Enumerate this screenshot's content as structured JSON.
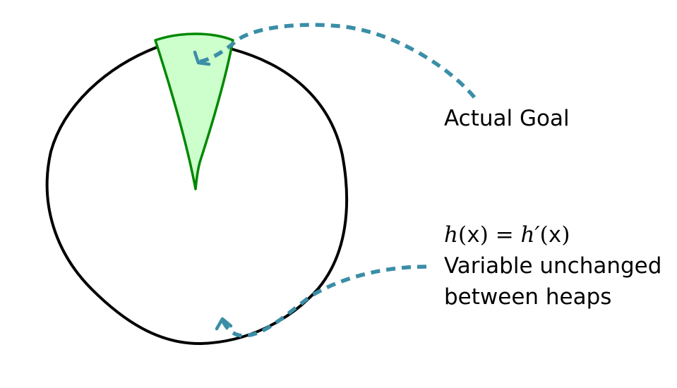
{
  "diagram": {
    "labels": {
      "actual_goal": "Actual Goal",
      "equation": {
        "h": "h",
        "open_paren": "(",
        "var": "x",
        "close_paren": ")",
        "equals": " = ",
        "h_prime": "h′",
        "open_paren_2": "(",
        "var_2": "x",
        "close_paren_2": ")"
      },
      "unchanged_line_1": "Variable unchanged",
      "unchanged_line_2": "between heaps"
    },
    "colors": {
      "circle_stroke": "#000000",
      "wedge_fill": "#ccffcc",
      "wedge_stroke": "#008800",
      "arrow": "#3a8ea6"
    }
  }
}
